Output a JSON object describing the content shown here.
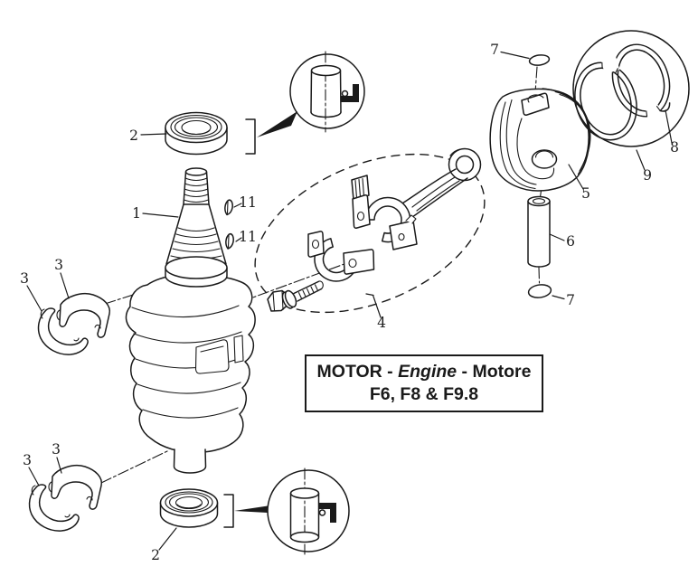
{
  "page": {
    "description": "exploded parts diagram",
    "colors": {
      "ink": "#1a1a1a",
      "background": "#ffffff"
    }
  },
  "title_box": {
    "line1_prefix": "MOTOR - ",
    "line1_italic": "Engine",
    "line1_suffix": " - Motore",
    "line2": "F6, F8 & F9.8"
  },
  "callouts": [
    {
      "id": "oil-seal-top",
      "text": "2"
    },
    {
      "id": "crankshaft",
      "text": "1"
    },
    {
      "id": "woodruff-key-upper",
      "text": "11"
    },
    {
      "id": "woodruff-key-lower",
      "text": "11"
    },
    {
      "id": "bearing-upper-left",
      "text": "3"
    },
    {
      "id": "bearing-upper-right",
      "text": "3"
    },
    {
      "id": "bearing-lower-left",
      "text": "3"
    },
    {
      "id": "bearing-lower-right",
      "text": "3"
    },
    {
      "id": "oil-seal-bottom",
      "text": "2"
    },
    {
      "id": "connecting-rod-assy",
      "text": "4"
    },
    {
      "id": "piston",
      "text": "5"
    },
    {
      "id": "piston-pin",
      "text": "6"
    },
    {
      "id": "circlip-top",
      "text": "7"
    },
    {
      "id": "circlip-bottom",
      "text": "7"
    },
    {
      "id": "piston-ring",
      "text": "8"
    },
    {
      "id": "piston-ring-set",
      "text": "9"
    }
  ]
}
